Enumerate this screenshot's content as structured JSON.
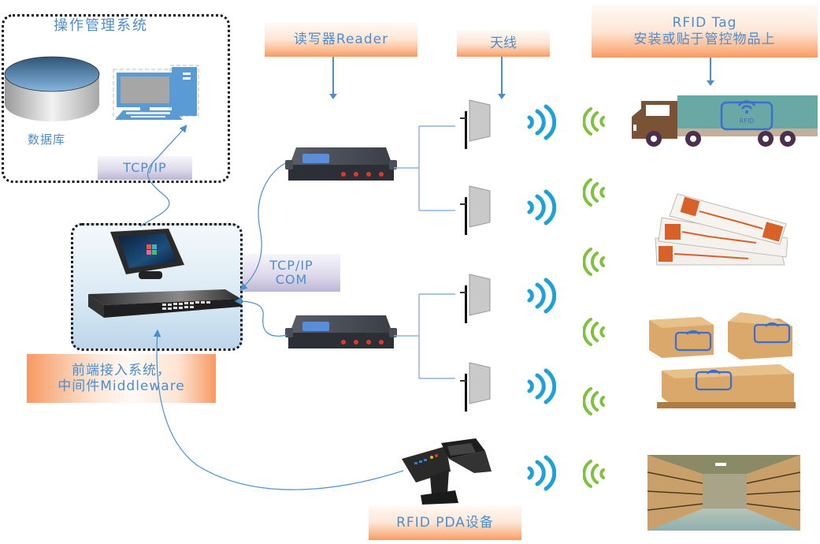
{
  "diagram": {
    "title": "RFID System Architecture",
    "ops_system": {
      "title": "操作管理系统",
      "database_label": "数据库",
      "link_label": "TCP/IP"
    },
    "middleware": {
      "label_line1": "前端接入系统，",
      "label_line2": "中间件Middleware",
      "link_label_line1": "TCP/IP",
      "link_label_line2": "COM"
    },
    "reader": {
      "label": "读写器Reader"
    },
    "antenna": {
      "label": "天线"
    },
    "tag": {
      "label_line1": "RFID Tag",
      "label_line2": "安装或贴于管控物品上",
      "badge_text": "RFID"
    },
    "pda": {
      "label": "RFID PDA设备"
    },
    "colors": {
      "accent_blue": "#4a8ed0",
      "signal_blue": "#1ea0d8",
      "signal_green": "#7dc13d",
      "orange": "#f79a61",
      "truck_teal": "#6aa8a6",
      "truck_brown": "#7a5336",
      "cardboard": "#d9a86a"
    },
    "targets": [
      "truck",
      "rfid-labels",
      "cardboard-boxes",
      "archive-shelves"
    ]
  }
}
